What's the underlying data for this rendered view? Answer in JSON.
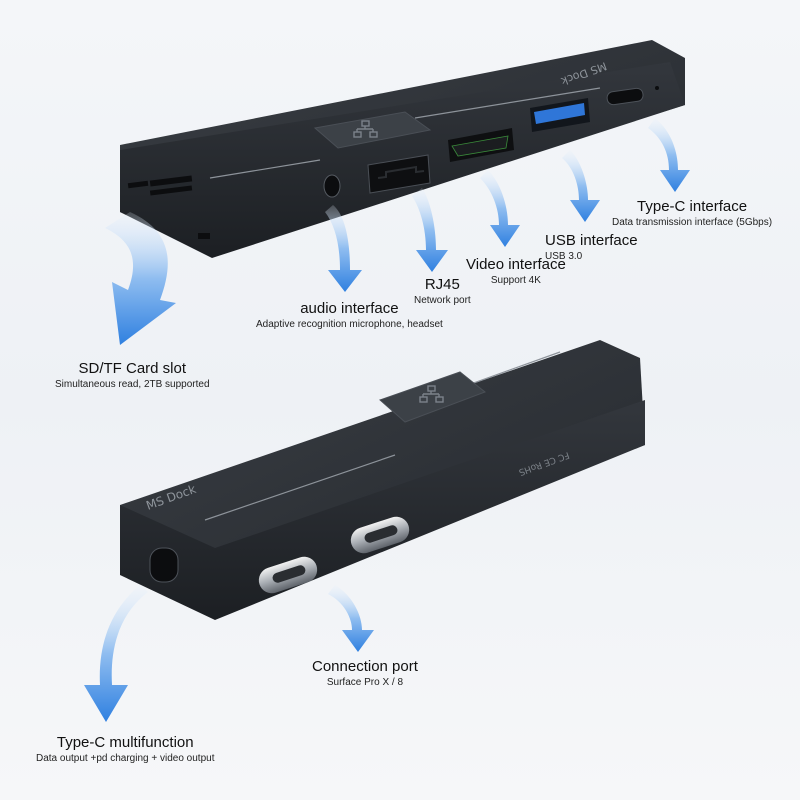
{
  "colors": {
    "device_body": "#262a2f",
    "device_top": "#2e3237",
    "arrow_blue": "#3d8ee6",
    "port_blue": "#2f76d8"
  },
  "device_top": {
    "brand_text": "MS Dock",
    "ports": [
      {
        "id": "sd_tf",
        "title": "SD/TF Card slot",
        "subtitle": "Simultaneous read, 2TB supported"
      },
      {
        "id": "audio",
        "title": "audio interface",
        "subtitle": "Adaptive recognition microphone, headset"
      },
      {
        "id": "rj45",
        "title": "RJ45",
        "subtitle": "Network port"
      },
      {
        "id": "video",
        "title": "Video interface",
        "subtitle": "Support 4K"
      },
      {
        "id": "usb",
        "title": "USB interface",
        "subtitle": "USB 3.0"
      },
      {
        "id": "typec",
        "title": "Type-C interface",
        "subtitle": "Data transmission interface (5Gbps)"
      }
    ]
  },
  "device_bottom": {
    "brand_text": "MS Dock",
    "cert_marks": "FC CE RoHS",
    "ports": [
      {
        "id": "connection",
        "title": "Connection port",
        "subtitle": "Surface Pro X / 8"
      },
      {
        "id": "typec_multi",
        "title": "Type-C multifunction",
        "subtitle": "Data output +pd charging + video output"
      }
    ]
  }
}
